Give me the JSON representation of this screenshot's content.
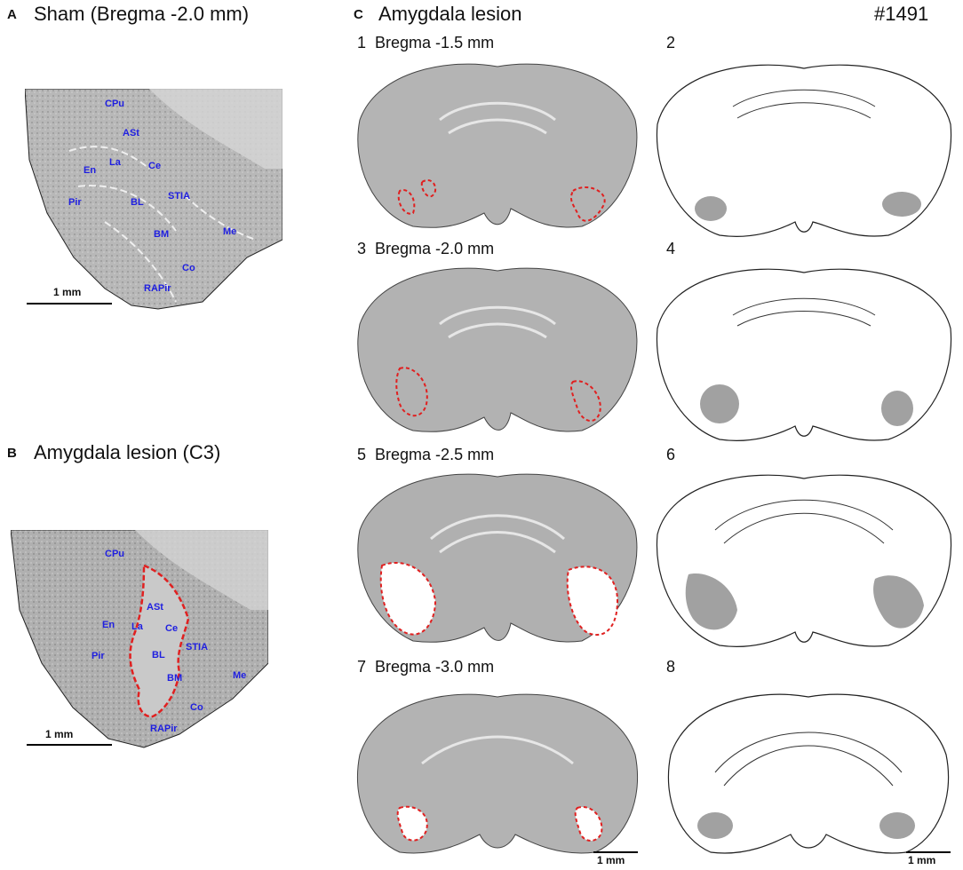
{
  "panel_a": {
    "letter": "A",
    "title": "Sham (Bregma -2.0 mm)",
    "scale_label": "1 mm",
    "regions": [
      "CPu",
      "ASt",
      "En",
      "La",
      "Ce",
      "Pir",
      "BL",
      "STIA",
      "BM",
      "Me",
      "Co",
      "RAPir"
    ]
  },
  "panel_b": {
    "letter": "B",
    "title": "Amygdala lesion (C3)",
    "scale_label": "1 mm",
    "regions": [
      "CPu",
      "ASt",
      "En",
      "La",
      "Ce",
      "Pir",
      "BL",
      "STIA",
      "BM",
      "Me",
      "Co",
      "RAPir"
    ]
  },
  "panel_c": {
    "letter": "C",
    "title": "Amygdala lesion",
    "animal_id": "#1491",
    "sections": [
      {
        "num": "1",
        "label": "Bregma -1.5 mm"
      },
      {
        "num": "2",
        "label": ""
      },
      {
        "num": "3",
        "label": "Bregma -2.0 mm"
      },
      {
        "num": "4",
        "label": ""
      },
      {
        "num": "5",
        "label": "Bregma -2.5 mm"
      },
      {
        "num": "6",
        "label": ""
      },
      {
        "num": "7",
        "label": "Bregma -3.0 mm"
      },
      {
        "num": "8",
        "label": ""
      }
    ],
    "scale_label_left": "1 mm",
    "scale_label_right": "1 mm"
  },
  "colors": {
    "lesion_outline": "#e02020",
    "region_label": "#1f1fe0",
    "tissue_gray": "#b4b4b4",
    "atlas_shading": "#8a8a8a"
  }
}
